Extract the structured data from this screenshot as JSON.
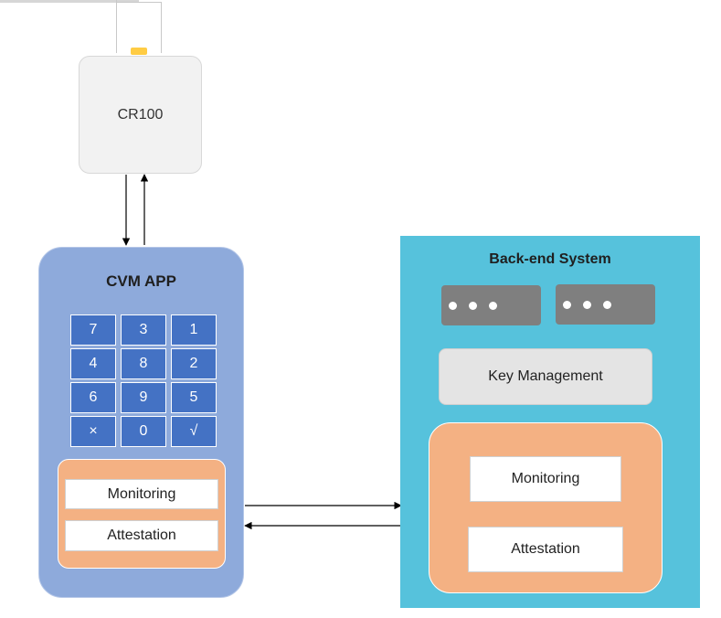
{
  "reader": {
    "label": "CR100"
  },
  "cvm_app": {
    "title": "CVM APP",
    "keypad": [
      "7",
      "3",
      "1",
      "4",
      "8",
      "2",
      "6",
      "9",
      "5",
      "×",
      "0",
      "√"
    ],
    "monitoring": "Monitoring",
    "attestation": "Attestation"
  },
  "backend": {
    "title": "Back-end System",
    "key_management": "Key Management",
    "monitoring": "Monitoring",
    "attestation": "Attestation"
  },
  "colors": {
    "cvm_fill": "#8eaadb",
    "key_fill": "#4472c4",
    "backend_fill": "#56c2dc",
    "security_fill": "#f4b183",
    "pin_fill": "#7f7f7f",
    "reader_fill": "#f2f2f2"
  }
}
